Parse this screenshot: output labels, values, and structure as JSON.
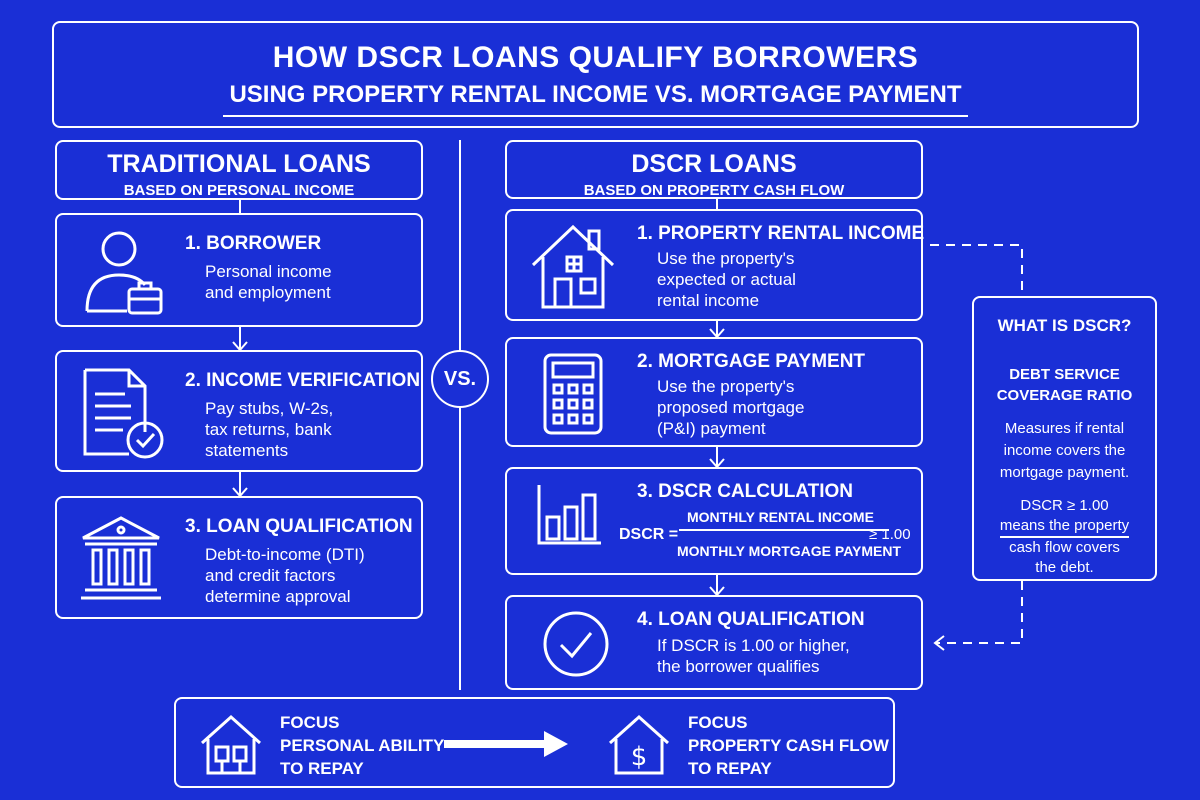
{
  "header": {
    "title": "HOW DSCR LOANS QUALIFY BORROWERS",
    "subtitle": "USING PROPERTY RENTAL INCOME VS. MORTGAGE PAYMENT"
  },
  "traditional": {
    "heading": "TRADITIONAL LOANS",
    "subheading": "BASED ON PERSONAL INCOME",
    "steps": [
      {
        "icon": "borrower-person-icon",
        "title": "1. BORROWER",
        "lines": [
          "Personal income",
          "and employment"
        ]
      },
      {
        "icon": "document-check-icon",
        "title": "2. INCOME VERIFICATION",
        "lines": [
          "Pay stubs, W-2s,",
          "tax returns, bank",
          "statements"
        ]
      },
      {
        "icon": "bank-icon",
        "title": "3. LOAN QUALIFICATION",
        "lines": [
          "Debt-to-income (DTI)",
          "and credit factors",
          "determine approval"
        ]
      }
    ]
  },
  "vs_label": "VS.",
  "dscr": {
    "heading": "DSCR LOANS",
    "subheading": "BASED ON PROPERTY CASH FLOW",
    "steps": [
      {
        "icon": "house-icon",
        "title": "1. PROPERTY RENTAL INCOME",
        "lines": [
          "Use the property's",
          "expected or actual",
          "rental income"
        ]
      },
      {
        "icon": "calculator-icon",
        "title": "2. MORTGAGE PAYMENT",
        "lines": [
          "Use the property's",
          "proposed mortgage",
          "(P&I) payment"
        ]
      },
      {
        "icon": "bar-chart-icon",
        "title": "3. DSCR CALCULATION",
        "lines": []
      },
      {
        "icon": "checkmark-circle-icon",
        "title": "4. LOAN QUALIFICATION",
        "lines": [
          "If DSCR is 1.00 or higher,",
          "the borrower qualifies"
        ]
      }
    ],
    "formula": {
      "lhs": "DSCR =",
      "numerator": "MONTHLY RENTAL INCOME",
      "denominator": "MONTHLY MORTGAGE PAYMENT",
      "rhs": "≥ 1.00"
    }
  },
  "sidebar": {
    "title": "WHAT IS DSCR?",
    "subtitle_lines": [
      "DEBT SERVICE",
      "COVERAGE RATIO"
    ],
    "text_lines": [
      "Measures if rental",
      "income covers the",
      "mortgage payment."
    ],
    "note_lines": [
      "DSCR ≥ 1.00",
      "means the property",
      "cash flow covers",
      "the debt."
    ]
  },
  "footer": {
    "left": {
      "icon": "house-people-icon",
      "lines": [
        "FOCUS",
        "PERSONAL ABILITY",
        "TO REPAY"
      ]
    },
    "right": {
      "icon": "house-dollar-icon",
      "lines": [
        "FOCUS",
        "PROPERTY CASH FLOW",
        "TO REPAY"
      ]
    }
  },
  "colors": {
    "background": "#1a2fd6",
    "foreground": "#ffffff"
  }
}
